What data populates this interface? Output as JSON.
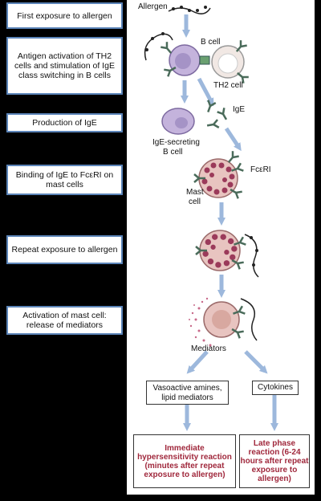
{
  "steps": [
    "First exposure to allergen",
    "Antigen activation of TH2 cells and stimulation of IgE class switching in B cells",
    "Production of IgE",
    "Binding of IgE to FcεRI on mast cells",
    "Repeat exposure to allergen",
    "Activation of mast cell: release of mediators"
  ],
  "labels": {
    "allergen": "Allergen",
    "b_cell": "B cell",
    "th2_cell": "TH2 cell",
    "ige": "IgE",
    "ige_secreting": "IgE-secreting",
    "b_cell_2": "B cell",
    "fceri": "FcεRI",
    "mast": "Mast",
    "cell": "cell",
    "mediators": "Mediators"
  },
  "boxes": {
    "vasoactive": "Vasoactive amines, lipid mediators",
    "cytokines": "Cytokines",
    "immediate": "Immediate hypersensitivity reaction (minutes after repeat exposure to allergen)",
    "late": "Late phase reaction (6-24 hours after repeat exposure to allergen)"
  },
  "colors": {
    "step_border": "#5b84b8",
    "arrow": "#9db8dc",
    "outcome_text": "#a0283c",
    "mast_cell": "#e8c4c0",
    "granule": "#9b3a5a",
    "b_cell": "#c4b3dc"
  }
}
